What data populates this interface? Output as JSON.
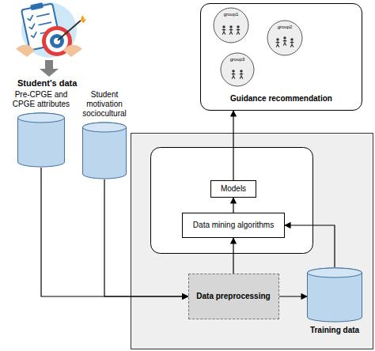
{
  "diagram": {
    "nodes": [
      {
        "text": [
          "Guidance recommendation"
        ]
      },
      {
        "text": [
          "Pre-CPGE and CPGE attributes"
        ]
      },
      {
        "text": [
          "Student motivation sociocultural"
        ]
      },
      {
        "text": [
          "Models"
        ]
      },
      {
        "text": [
          "Data mining algorithms"
        ]
      },
      {
        "text": [
          "Data preprocessing"
        ]
      },
      {
        "text": [
          "Training data"
        ]
      }
    ],
    "edges": [
      {
        "from": 3,
        "to": 0,
        "arrow": "to"
      },
      {
        "from": 4,
        "to": 3,
        "arrow": "to"
      },
      {
        "from": 5,
        "to": 4,
        "arrow": "to"
      },
      {
        "from": 5,
        "to": 6,
        "arrow": "to"
      },
      {
        "from": 6,
        "to": 4,
        "arrow": "to"
      },
      {
        "from": 1,
        "to": 5,
        "arrow": "to"
      },
      {
        "from": 2,
        "to": 5,
        "arrow": "to"
      }
    ],
    "labels": [
      "Student's data",
      "group1",
      "group2",
      "group3"
    ]
  }
}
